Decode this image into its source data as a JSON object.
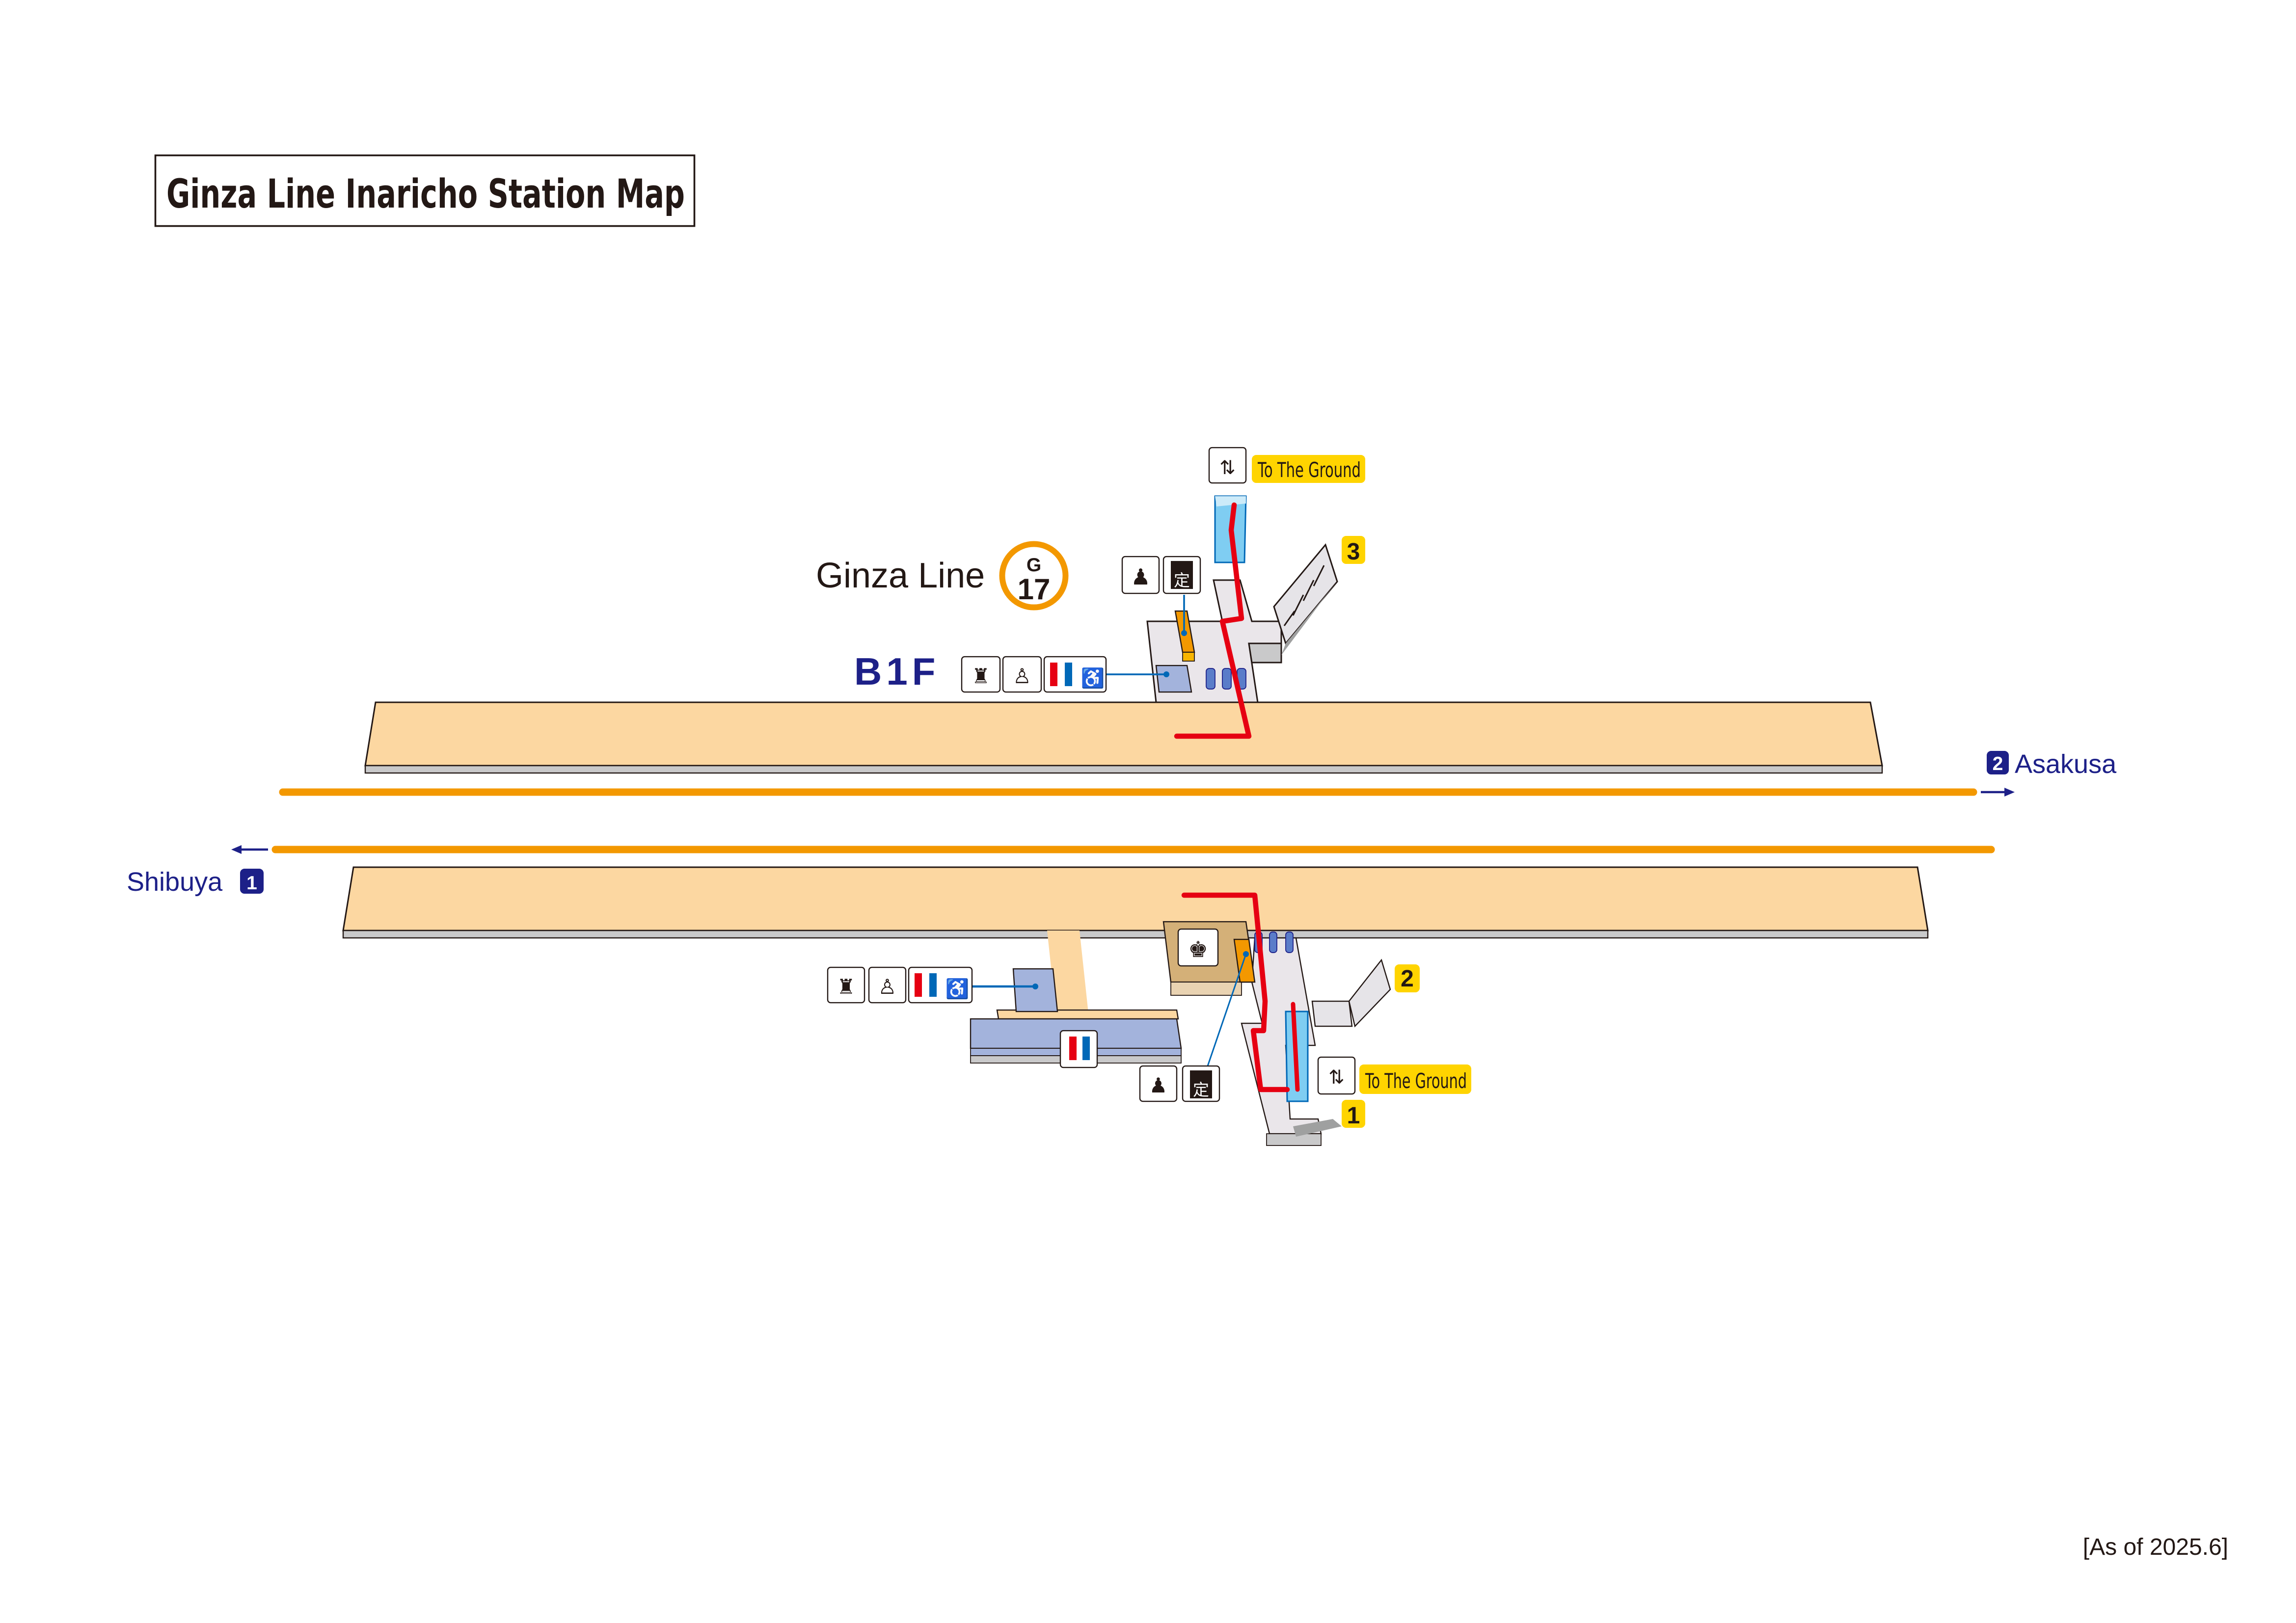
{
  "title": "Ginza Line Inaricho Station Map",
  "line": {
    "name": "Ginza Line",
    "code_letter": "G",
    "code_number": "17",
    "color": "#F39800"
  },
  "floor": "B1F",
  "directions": {
    "east": {
      "num": "2",
      "label": "Asakusa"
    },
    "west": {
      "num": "1",
      "label": "Shibuya"
    }
  },
  "exits": {
    "exit1": "1",
    "exit2": "2",
    "exit3": "3"
  },
  "elevator_labels": {
    "north": "To The Ground",
    "south": "To The Ground"
  },
  "icons": {
    "ticket_machine_glyph": "定",
    "toilets": [
      "first-aid-room-icon",
      "baby-changing-icon",
      "toilet-icon",
      "wheelchair-icon"
    ],
    "elevator": "elevator-icon",
    "station_office": "station-office-icon",
    "fare_adjustment": "fare-adjustment-icon",
    "commuter_pass": "commuter-pass-icon"
  },
  "as_of": "[As of 2025.6]",
  "colors": {
    "platform": "#FCD7A1",
    "concourse": "#EAE6EA",
    "elevator": "#7FCDF2",
    "route": "#E60012",
    "badge": "#FFD400",
    "navy": "#1D2088"
  }
}
